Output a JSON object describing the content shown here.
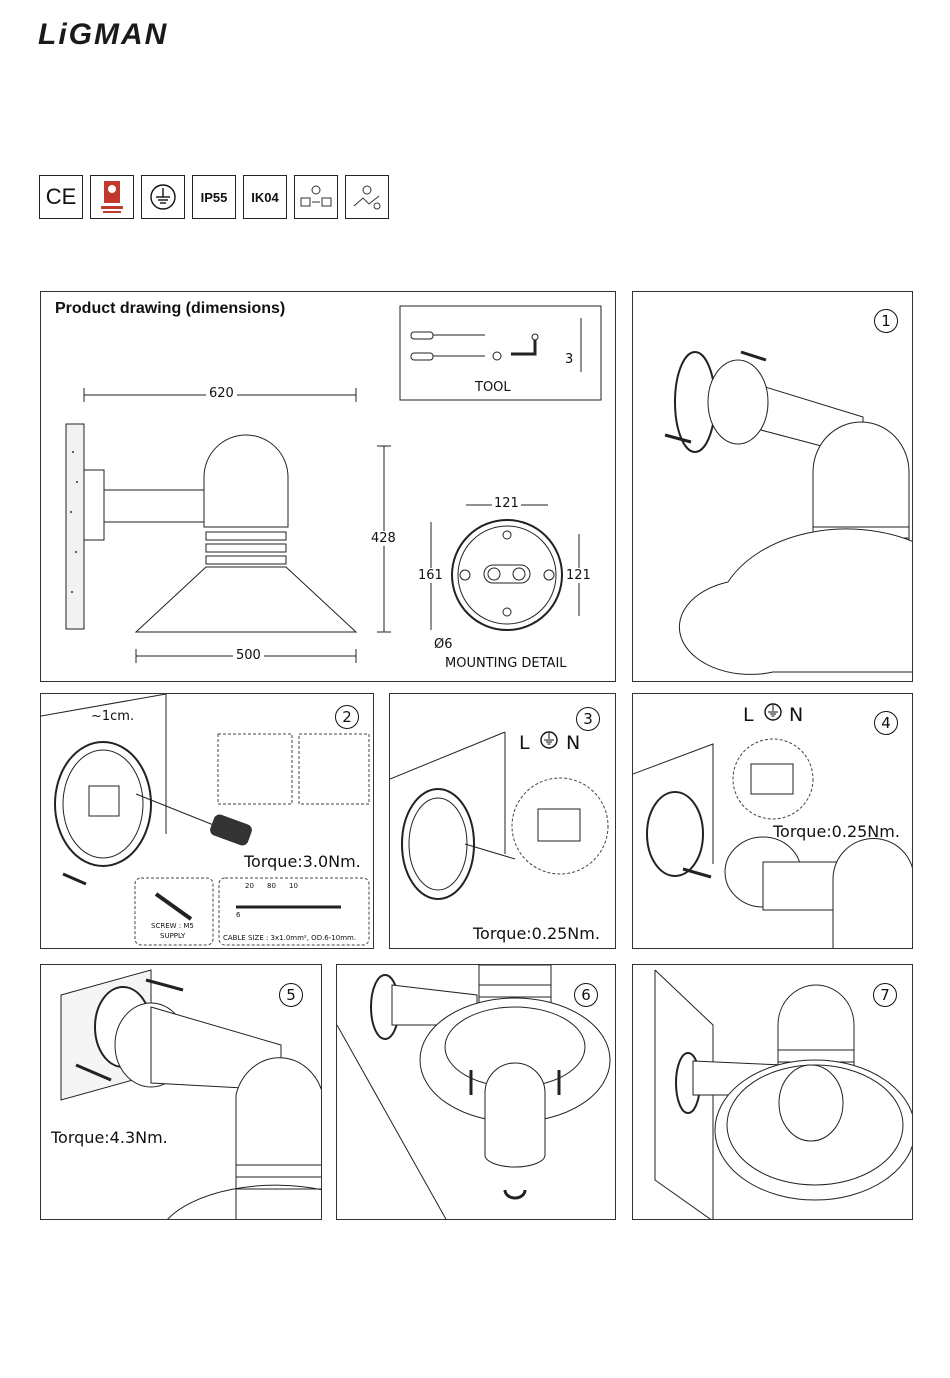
{
  "brand": "LiGMAN",
  "certifications": {
    "ce": "CE",
    "ip": "IP55",
    "ik": "IK04"
  },
  "drawing": {
    "title": "Product drawing (dimensions)",
    "tool_label": "TOOL",
    "tool_size": "3",
    "dim_width": "620",
    "dim_height": "428",
    "dim_base": "500",
    "mount_w": "121",
    "mount_h1": "161",
    "mount_h2": "121",
    "hole": "Ø6",
    "mounting_label": "MOUNTING DETAIL"
  },
  "steps": {
    "s1": "1",
    "s2": "2",
    "s3": "3",
    "s4": "4",
    "s5": "5",
    "s6": "6",
    "s7": "7"
  },
  "step2": {
    "strip": "~1cm.",
    "torque": "Torque:3.0Nm.",
    "screw": "SCREW : M5",
    "supply": "SUPPLY",
    "d1": "20",
    "d2": "80",
    "d3": "10",
    "d4": "6",
    "cable": "CABLE SIZE : 3x1.0mm²,  OD.6-10mm."
  },
  "step3": {
    "L": "L",
    "N": "N",
    "torque": "Torque:0.25Nm."
  },
  "step4": {
    "L": "L",
    "N": "N",
    "torque": "Torque:0.25Nm."
  },
  "step5": {
    "torque": "Torque:4.3Nm."
  }
}
